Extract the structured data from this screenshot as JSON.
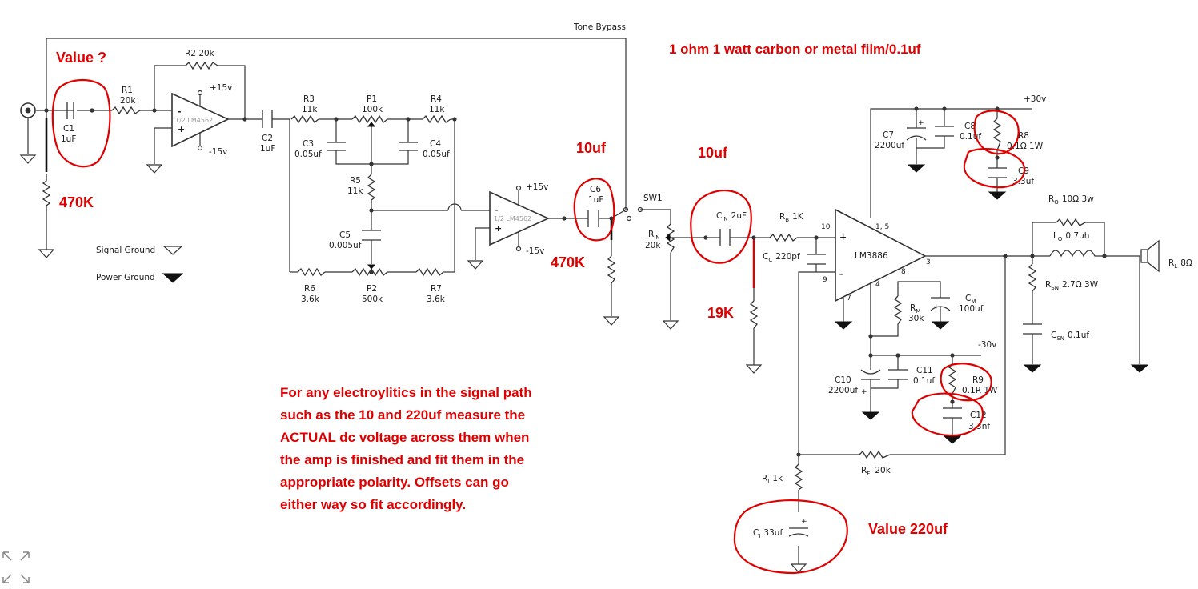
{
  "labels": {
    "tone_bypass": "Tone Bypass",
    "r2": "R2 20k",
    "r1a": "R1",
    "r1b": "20k",
    "c1a": "C1",
    "c1b": "1uF",
    "u1_plus_supply": "+15v",
    "u1_minus_supply": "-15v",
    "u1_name": "1/2 LM4562",
    "c2a": "C2",
    "c2b": "1uF",
    "r3a": "R3",
    "r3b": "11k",
    "p1a": "P1",
    "p1b": "100k",
    "r4a": "R4",
    "r4b": "11k",
    "c3a": "C3",
    "c3b": "0.05uf",
    "c4a": "C4",
    "c4b": "0.05uf",
    "r5a": "R5",
    "r5b": "11k",
    "c5a": "C5",
    "c5b": "0.005uf",
    "r6a": "R6",
    "r6b": "3.6k",
    "p2a": "P2",
    "p2b": "500k",
    "r7a": "R7",
    "r7b": "3.6k",
    "u2_plus_supply": "+15v",
    "u2_minus_supply": "-15v",
    "u2_name": "1/2 LM4562",
    "c6a": "C6",
    "c6b": "1uF",
    "sw1": "SW1",
    "rin_main": "R",
    "rin_sub": "IN",
    "rin_val": "20k",
    "cin_main": "C",
    "cin_sub": "IN",
    "cin_val": "2uF",
    "rb_main": "R",
    "rb_sub": "B",
    "rb_val": "1K",
    "cc_main": "C",
    "cc_sub": "C",
    "cc_val": "220pf",
    "pin_10": "10",
    "pin_9": "9",
    "pin_1_5": "1, 5",
    "pin_3": "3",
    "pin_4": "4",
    "pin_7": "7",
    "pin_8": "8",
    "u3_name": "LM3886",
    "plus_30v": "+30v",
    "minus_30v": "-30v",
    "c7a": "C7",
    "c7b": "2200uf",
    "c8a": "C8",
    "c8b": "0.1uf",
    "r8a": "R8",
    "r8b": "0.1Ω 1W",
    "c9a": "C9",
    "c9b": "3.3uf",
    "c10a": "C10",
    "c10b": "2200uf",
    "c11a": "C11",
    "c11b": "0.1uf",
    "r9a": "R9",
    "r9b": "0.1R 1W",
    "c12a": "C12",
    "c12b": "3.3nf",
    "rm_main": "R",
    "rm_sub": "M",
    "rm_val": "30k",
    "cm_main": "C",
    "cm_sub": "M",
    "cm_val": "100uf",
    "ro_main": "R",
    "ro_sub": "O",
    "ro_val": "10Ω 3w",
    "lo_main": "L",
    "lo_sub": "O",
    "lo_val": "0.7uh",
    "rsn_main": "R",
    "rsn_sub": "SN",
    "rsn_val": "2.7Ω 3W",
    "csn_main": "C",
    "csn_sub": "SN",
    "csn_val": "0.1uf",
    "rl_main": "R",
    "rl_sub": "L",
    "rl_val": "8Ω",
    "rf_main": "R",
    "rf_sub": "F",
    "rf_val": "20k",
    "ri_main": "R",
    "ri_sub": "I",
    "ri_val": "1k",
    "ci_main": "C",
    "ci_sub": "I",
    "ci_val": "33uf",
    "signal_ground": "Signal Ground",
    "power_ground": "Power Ground"
  },
  "annotations": {
    "value_q": "Value ?",
    "note_470k_left": "470K",
    "note_10uf_c6": "10uf",
    "note_10uf_cin": "10uf",
    "note_470k_right": "470K",
    "note_19k": "19K",
    "ohm_note": "1 ohm 1 watt carbon or metal film/0.1uf",
    "value_220uf": "Value  220uf",
    "para_lines": [
      "For any electroylitics in the signal path",
      "such as the 10 and 220uf measure the",
      "ACTUAL dc voltage across them when",
      "the amp is finished and fit them in the",
      "appropriate polarity. Offsets can go",
      "either way so fit accordingly."
    ]
  },
  "colors": {
    "wire": "#333333",
    "annotation_red": "#e00000",
    "opamp_label_grey": "#9a9a9a"
  },
  "icons": {
    "corner": "expand-arrows-icon"
  }
}
